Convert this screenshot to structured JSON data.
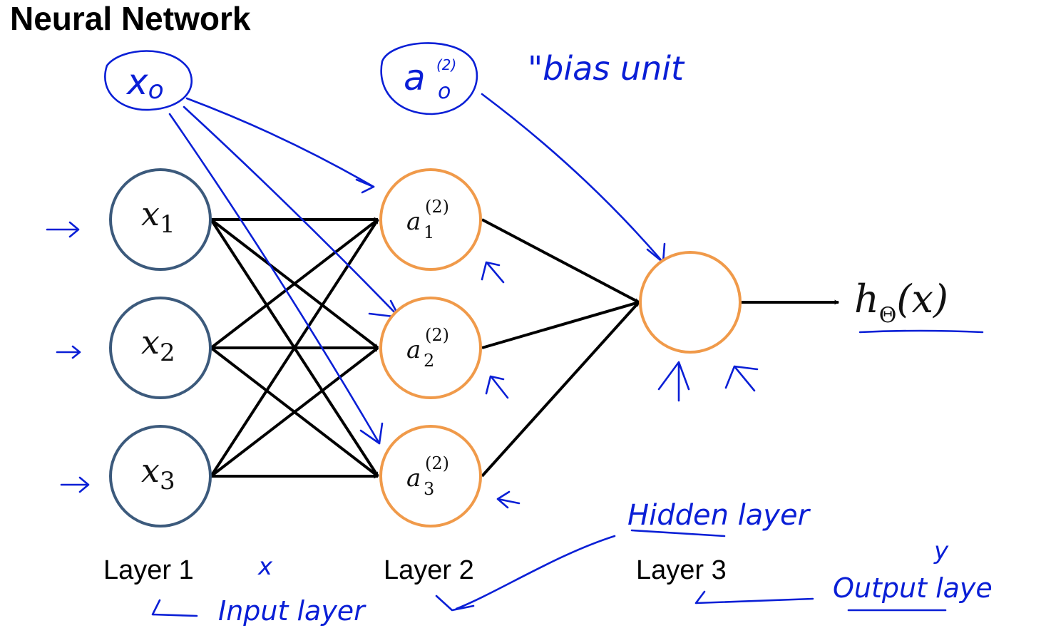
{
  "title": "Neural Network",
  "colors": {
    "input_node": "#3c5a7c",
    "hidden_node": "#f09a4a",
    "edge": "#000000",
    "annotation": "#0a1fd6"
  },
  "layers": [
    {
      "label": "Layer 1",
      "nodes": [
        {
          "symbol": "x",
          "sub": "1"
        },
        {
          "symbol": "x",
          "sub": "2"
        },
        {
          "symbol": "x",
          "sub": "3"
        }
      ]
    },
    {
      "label": "Layer 2",
      "nodes": [
        {
          "symbol": "a",
          "sub": "1",
          "sup": "(2)"
        },
        {
          "symbol": "a",
          "sub": "2",
          "sup": "(2)"
        },
        {
          "symbol": "a",
          "sub": "3",
          "sup": "(2)"
        }
      ]
    },
    {
      "label": "Layer 3",
      "nodes": [
        {
          "symbol": "",
          "sub": ""
        }
      ]
    }
  ],
  "output": {
    "h": "h",
    "theta": "Θ",
    "arg": "(x)"
  },
  "annotations": {
    "bias_x0": {
      "symbol": "x",
      "sub": "o"
    },
    "bias_a0": {
      "symbol": "a",
      "sub": "o",
      "sup": "(2)"
    },
    "bias_unit": "\"bias unit",
    "hidden_layer": "Hidden layer",
    "output_layer": "Output laye",
    "input_layer": "Input layer",
    "x_mark": "x",
    "y_mark": "y"
  }
}
